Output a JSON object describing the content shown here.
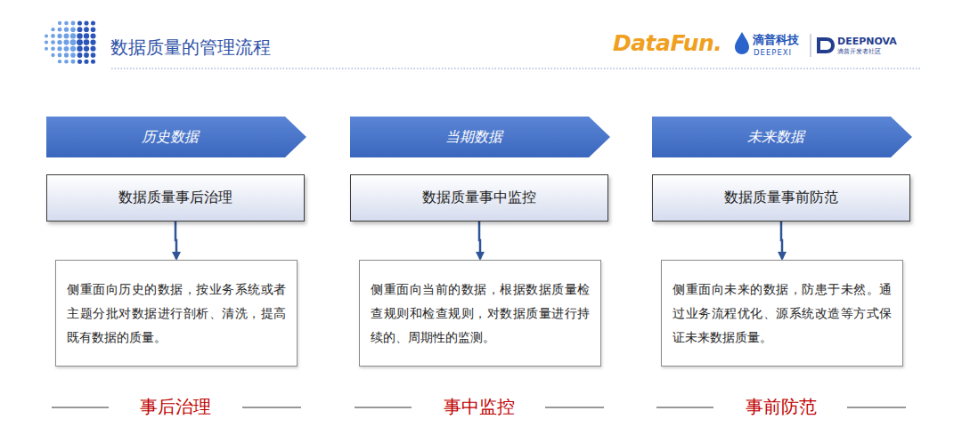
{
  "diagram": {
    "title": "数据质量的管理流程",
    "nodes": [
      {
        "text": [
          "历史数据"
        ]
      },
      {
        "text": [
          "数据质量事后治理"
        ]
      },
      {
        "text": [
          "侧重面向历史的数据，按业务系统或者主题分批对数据进行剖析、清洗，提高既有数据的质量。"
        ]
      },
      {
        "text": [
          "当期数据"
        ]
      },
      {
        "text": [
          "数据质量事中监控"
        ]
      },
      {
        "text": [
          "侧重面向当前的数据，根据数据质量检查规则和检查规则，对数据质量进行持续的、周期性的监测。"
        ]
      },
      {
        "text": [
          "未来数据"
        ]
      },
      {
        "text": [
          "数据质量事前防范"
        ]
      },
      {
        "text": [
          "侧重面向未来的数据，防患于未然。通过业务流程优化、源系统改造等方式保证未来数据质量。"
        ]
      }
    ],
    "edges": [
      {
        "from": 1,
        "to": 2,
        "arrow": "to"
      },
      {
        "from": 4,
        "to": 5,
        "arrow": "to"
      },
      {
        "from": 7,
        "to": 8,
        "arrow": "to"
      }
    ],
    "labels": [
      "DataFun.",
      "滴普科技",
      "DEEPEXI",
      "DEEPNOVA",
      "滴普开发者社区",
      "事后治理",
      "事中监控",
      "事前防范"
    ]
  }
}
